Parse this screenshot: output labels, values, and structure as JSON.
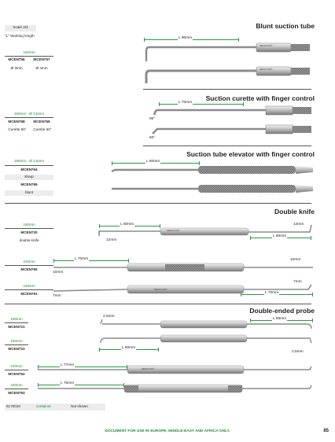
{
  "header": {
    "scale": "Scale 2/3",
    "working_length": "\"L\" Working length"
  },
  "sections": [
    {
      "title": "Blunt suction tube",
      "length": "150mm",
      "codes": [
        "MCEN756",
        "MCEN757"
      ],
      "specs": [
        "Ø 3mm",
        "Ø 4mm"
      ],
      "dimension": "L 90mm"
    },
    {
      "title": "Suction curette with finger control",
      "length": "150mm - Ø 3,5mm",
      "codes": [
        "MCEN758",
        "MCEN759"
      ],
      "specs": [
        "Curette 90°",
        "Curette 60°"
      ],
      "dimension": "L 70mm",
      "angles": [
        "90°",
        "60°"
      ]
    },
    {
      "title": "Suction tube elevator with finger control",
      "length": "180mm - Ø 3,5mm",
      "rows": [
        "MCEN764",
        "sharp",
        "MCEN765",
        "blunt"
      ],
      "dimension": "L 80mm"
    },
    {
      "title": "Double knife",
      "length": "190mm",
      "code": "MCEN720",
      "spec": "double knife",
      "dims": [
        "L 50mm",
        "12mm",
        "12mm",
        "L 50mm"
      ]
    },
    {
      "length": "240mm",
      "code": "MCEN760",
      "dims": [
        "L 70mm",
        "10mm",
        "10mm"
      ]
    },
    {
      "length": "240mm",
      "code": "MCEN761",
      "dims": [
        "7mm",
        "7mm",
        "L 70mm"
      ]
    },
    {
      "title": "Double-ended probe",
      "length": "190mm",
      "code": "MCEN721",
      "dims": [
        "2,5mm",
        "L 55mm"
      ]
    },
    {
      "length": "190mm",
      "code": "MCEN723",
      "dims": [
        "L 50mm",
        "2,5mm"
      ]
    },
    {
      "length": "240mm",
      "code": "MCEN762",
      "dims": [
        "L 77mm"
      ]
    },
    {
      "length": "240mm",
      "code": "MCEN763",
      "dims": [
        "L 75mm"
      ]
    }
  ],
  "footer_row": {
    "code": "5170010",
    "container": "container",
    "status": "Not shown"
  },
  "engraving": "MEDICON®",
  "footer": {
    "notice": "DOCUMENT FOR USE IN EUROPE, MIDDLE-EAST AND AFRICA ONLY.",
    "page": "85"
  }
}
